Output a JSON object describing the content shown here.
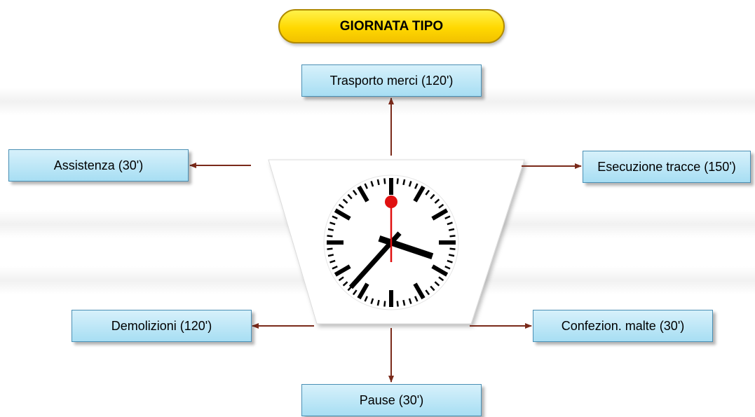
{
  "title": "GIORNATA TIPO",
  "activities": {
    "top": "Trasporto merci (120')",
    "left": "Assistenza (30')",
    "right": "Esecuzione tracce (150')",
    "bottom_left": "Demolizioni (120')",
    "bottom_right": "Confezion. malte (30')",
    "bottom": "Pause (30')"
  },
  "clock": {
    "hour": 3,
    "minute": 37,
    "second": 0
  },
  "colors": {
    "title_fill": "#ffd800",
    "title_border": "#b08a00",
    "box_fill": "#a7def3",
    "box_border": "#4a8fb4",
    "arrow": "#7a2a1a",
    "second_hand": "#e01010",
    "clock_mark": "#000000"
  }
}
